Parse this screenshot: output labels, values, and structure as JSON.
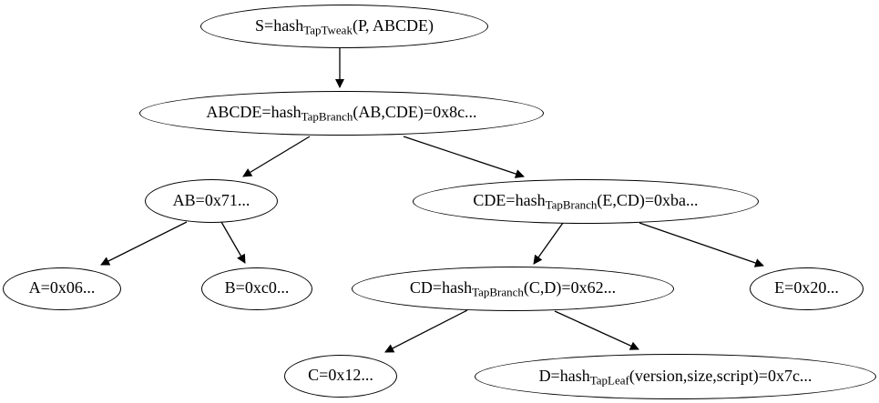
{
  "diagram": {
    "type": "tree",
    "description": "Taproot script tree of hash commitments",
    "background_color": "#ffffff",
    "node_fill_color": "#ffffff",
    "node_stroke_color": "#000000",
    "edge_color": "#000000",
    "nodes": {
      "s": {
        "pre": "S=hash",
        "sub": "TapTweak",
        "post": "(P, ABCDE)"
      },
      "abcde": {
        "pre": "ABCDE=hash",
        "sub": "TapBranch",
        "post": "(AB,CDE)=0x8c..."
      },
      "ab": {
        "pre": "AB=0x71...",
        "sub": "",
        "post": ""
      },
      "cde": {
        "pre": "CDE=hash",
        "sub": "TapBranch",
        "post": "(E,CD)=0xba..."
      },
      "a": {
        "pre": "A=0x06...",
        "sub": "",
        "post": ""
      },
      "b": {
        "pre": "B=0xc0...",
        "sub": "",
        "post": ""
      },
      "cd": {
        "pre": "CD=hash",
        "sub": "TapBranch",
        "post": "(C,D)=0x62..."
      },
      "e": {
        "pre": "E=0x20...",
        "sub": "",
        "post": ""
      },
      "c": {
        "pre": "C=0x12...",
        "sub": "",
        "post": ""
      },
      "d": {
        "pre": "D=hash",
        "sub": "TapLeaf",
        "post": "(version,size,script)=0x7c..."
      }
    },
    "edges": [
      {
        "from": "s",
        "to": "abcde"
      },
      {
        "from": "abcde",
        "to": "ab"
      },
      {
        "from": "abcde",
        "to": "cde"
      },
      {
        "from": "ab",
        "to": "a"
      },
      {
        "from": "ab",
        "to": "b"
      },
      {
        "from": "cde",
        "to": "cd"
      },
      {
        "from": "cde",
        "to": "e"
      },
      {
        "from": "cd",
        "to": "c"
      },
      {
        "from": "cd",
        "to": "d"
      }
    ]
  }
}
